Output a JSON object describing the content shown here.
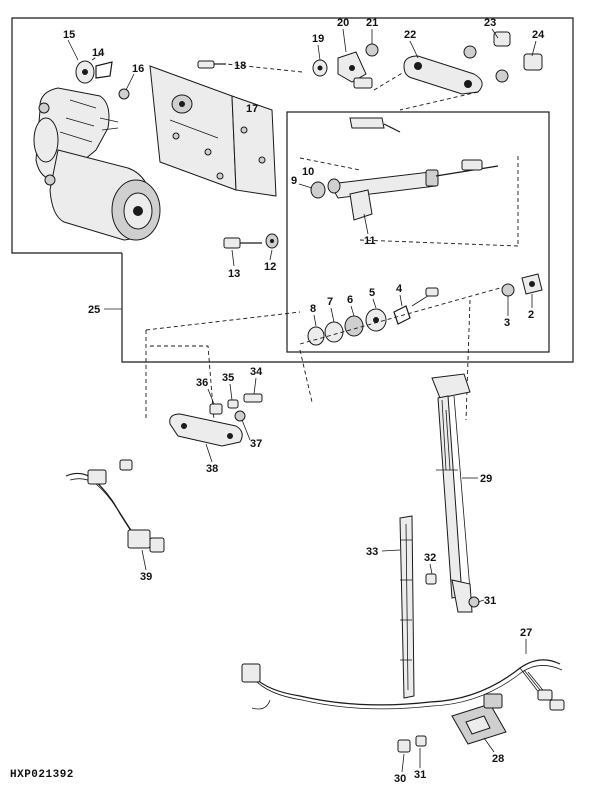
{
  "figure_code": "HXP021392",
  "callouts": [
    {
      "id": "p15",
      "label": "15"
    },
    {
      "id": "p14",
      "label": "14"
    },
    {
      "id": "p16",
      "label": "16"
    },
    {
      "id": "p18",
      "label": "18"
    },
    {
      "id": "p17",
      "label": "17"
    },
    {
      "id": "p19",
      "label": "19"
    },
    {
      "id": "p20",
      "label": "20"
    },
    {
      "id": "p21a",
      "label": "21"
    },
    {
      "id": "p22",
      "label": "22"
    },
    {
      "id": "p23",
      "label": "23"
    },
    {
      "id": "p24",
      "label": "24"
    },
    {
      "id": "p9",
      "label": "9"
    },
    {
      "id": "p10",
      "label": "10"
    },
    {
      "id": "p11",
      "label": "11"
    },
    {
      "id": "p13",
      "label": "13"
    },
    {
      "id": "p12",
      "label": "12"
    },
    {
      "id": "p25",
      "label": "25"
    },
    {
      "id": "p8",
      "label": "8"
    },
    {
      "id": "p7",
      "label": "7"
    },
    {
      "id": "p6",
      "label": "6"
    },
    {
      "id": "p5",
      "label": "5"
    },
    {
      "id": "p4",
      "label": "4"
    },
    {
      "id": "p3",
      "label": "3"
    },
    {
      "id": "p2",
      "label": "2"
    },
    {
      "id": "p36",
      "label": "36"
    },
    {
      "id": "p35",
      "label": "35"
    },
    {
      "id": "p34",
      "label": "34"
    },
    {
      "id": "p37",
      "label": "37"
    },
    {
      "id": "p38",
      "label": "38"
    },
    {
      "id": "p29",
      "label": "29"
    },
    {
      "id": "p39",
      "label": "39"
    },
    {
      "id": "p33",
      "label": "33"
    },
    {
      "id": "p32",
      "label": "32"
    },
    {
      "id": "p31a",
      "label": "31"
    },
    {
      "id": "p27",
      "label": "27"
    },
    {
      "id": "p28",
      "label": "28"
    },
    {
      "id": "p30",
      "label": "30"
    },
    {
      "id": "p31b",
      "label": "31"
    }
  ]
}
